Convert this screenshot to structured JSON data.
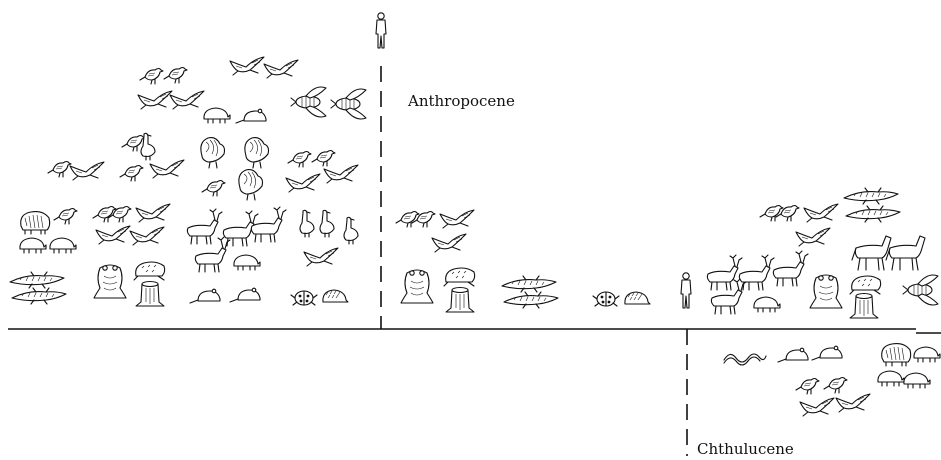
{
  "labels": {
    "anthropocene": "Anthropocene",
    "chthulucene": "Chthulucene"
  },
  "figures": {
    "human": "human-figure",
    "bird": "bird-icon",
    "flying_bird": "flying-bird-icon",
    "turkey": "turkey-icon",
    "goose": "goose-icon",
    "musk_ox": "musk-ox-icon",
    "bee": "bee-icon",
    "beetle": "beetle-icon",
    "hedgehog": "hedgehog-icon",
    "lizard": "lizard-icon",
    "frog": "frog-icon",
    "toad": "toad-icon",
    "tree_stump": "tree-stump-icon",
    "reindeer": "reindeer-icon",
    "horse": "horse-icon",
    "rodent": "rodent-icon",
    "worm": "worm-icon",
    "mammal": "mammal-icon"
  }
}
